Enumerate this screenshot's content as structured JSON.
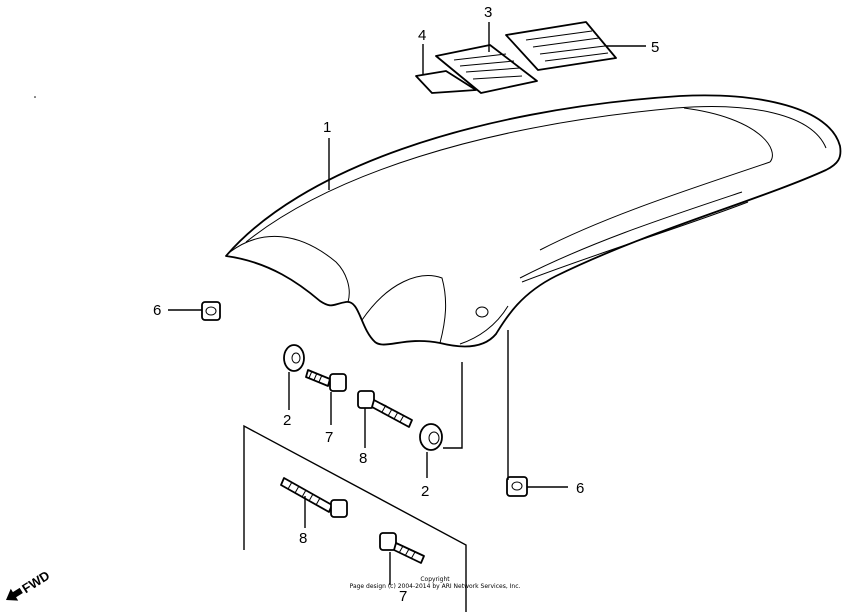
{
  "callouts": {
    "c1": "1",
    "c2a": "2",
    "c2b": "2",
    "c3": "3",
    "c4": "4",
    "c5": "5",
    "c6a": "6",
    "c6b": "6",
    "c7a": "7",
    "c7b": "7",
    "c8a": "8",
    "c8b": "8"
  },
  "direction_label": "FWD",
  "copyright": {
    "line1": "Copyright",
    "line2": "Page design (c) 2004-2014 by ARI Network Services, Inc."
  }
}
